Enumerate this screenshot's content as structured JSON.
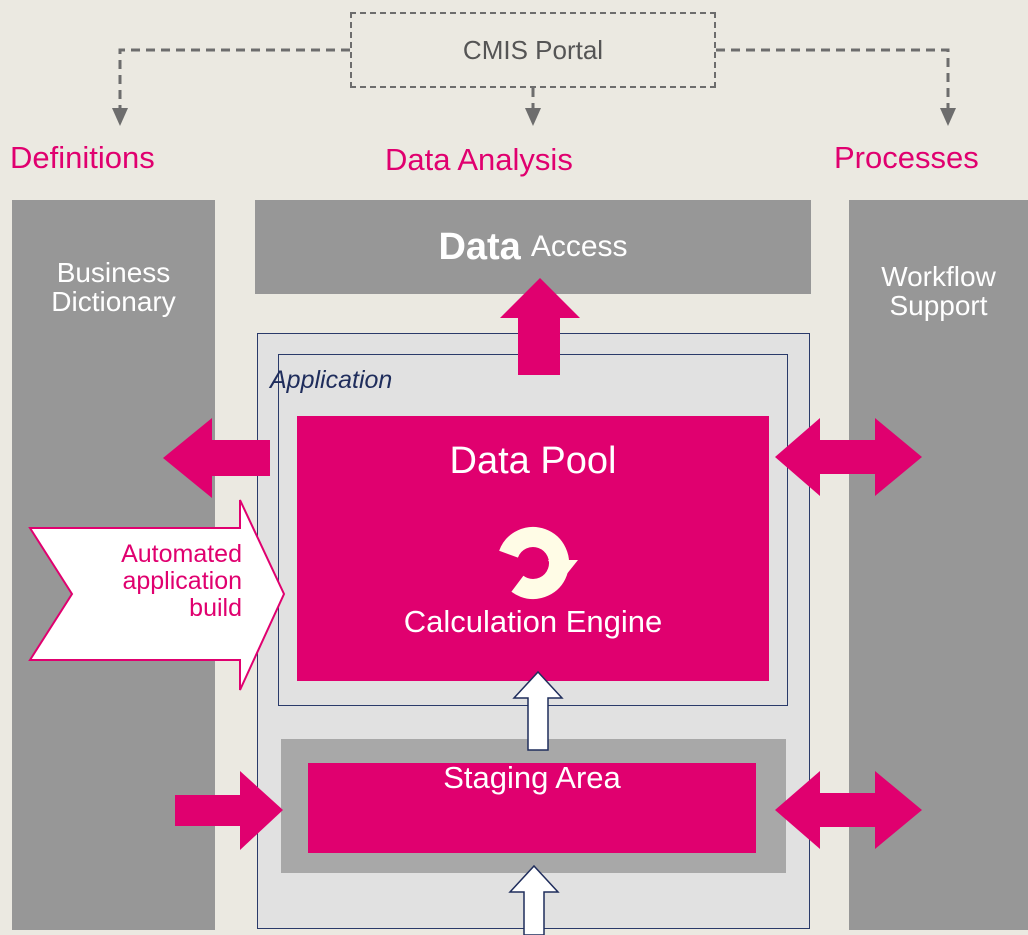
{
  "portal": {
    "label": "CMIS Portal"
  },
  "headings": {
    "definitions": "Definitions",
    "data_analysis": "Data Analysis",
    "processes": "Processes"
  },
  "left_panel": {
    "line1": "Business",
    "line2": "Dictionary"
  },
  "right_panel": {
    "line1": "Workflow",
    "line2": "Support"
  },
  "data_access": {
    "bold": "Data",
    "normal": "Access"
  },
  "application": {
    "label": "Application"
  },
  "data_pool": {
    "title": "Data Pool",
    "engine": "Calculation Engine",
    "engine_icon": "refresh-cycle-icon"
  },
  "staging": {
    "label": "Staging Area"
  },
  "build": {
    "line1": "Automated",
    "line2": "application",
    "line3": "build"
  },
  "colors": {
    "accent": "#e0006f",
    "panel": "#979797",
    "background": "#ebe9e1",
    "app_border": "#2a3a6a"
  }
}
